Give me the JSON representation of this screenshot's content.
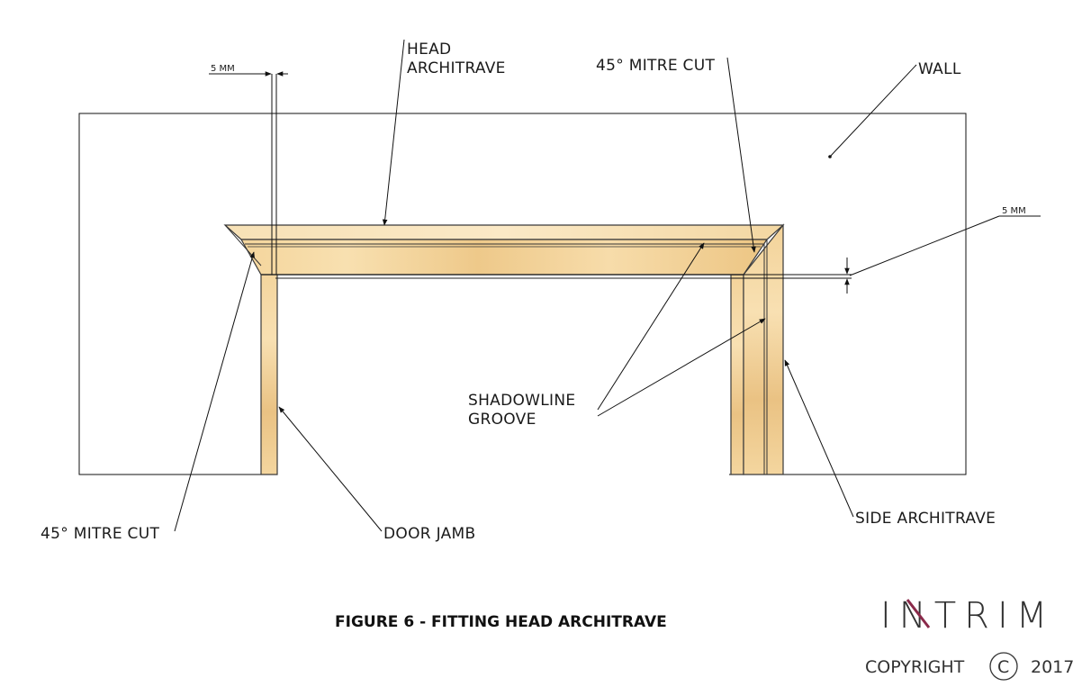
{
  "labels": {
    "head_architrave_1": "HEAD",
    "head_architrave_2": "ARCHITRAVE",
    "mitre_cut_top": "45° MITRE CUT",
    "wall": "WALL",
    "dim_left": "5 MM",
    "dim_right": "5 MM",
    "shadowline_1": "SHADOWLINE",
    "shadowline_2": "GROOVE",
    "mitre_cut_bottom": "45° MITRE CUT",
    "door_jamb": "DOOR JAMB",
    "side_architrave": "SIDE ARCHITRAVE"
  },
  "caption": "FIGURE 6 - FITTING HEAD ARCHITRAVE",
  "brand": {
    "logo_text": "INTRIM",
    "copyright_word": "COPYRIGHT",
    "copyright_symbol": "C",
    "copyright_year": "2017",
    "accent_color": "#8a2a4a"
  },
  "colors": {
    "timber_light": "#f6dcaa",
    "timber_mid": "#efcb8c",
    "timber_dark": "#e2b572",
    "line": "#111111"
  }
}
